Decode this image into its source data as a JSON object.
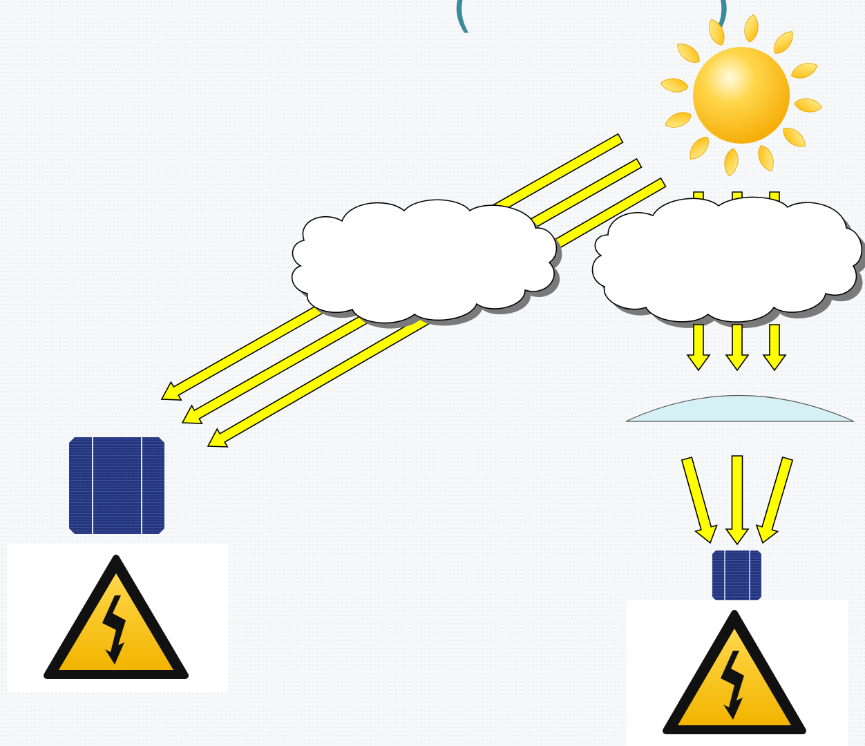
{
  "diagram": {
    "title_fragment_left": "(",
    "title_fragment_right": ")",
    "colors": {
      "sun_core": "#ffc400",
      "sun_ray": "#ffd000",
      "beam_fill": "#ffff00",
      "beam_outline": "#000000",
      "cloud_fill": "#ffffff",
      "cloud_shadow": "#7a7a7a",
      "lens_fill": "#d6f1f5",
      "cell_fill": "#243a86",
      "warning_yellow": "#f7c600",
      "warning_border": "#111111"
    },
    "left_setup": {
      "description_icon": "flat-solar-cell-icon",
      "beams": 3,
      "warning_icon": "high-voltage-warning-icon"
    },
    "right_setup": {
      "description_icon": "concentrator-solar-cell-icon",
      "beams_into_lens": 3,
      "focused_beams": 3,
      "optic": "lens-icon",
      "warning_icon": "high-voltage-warning-icon"
    }
  }
}
